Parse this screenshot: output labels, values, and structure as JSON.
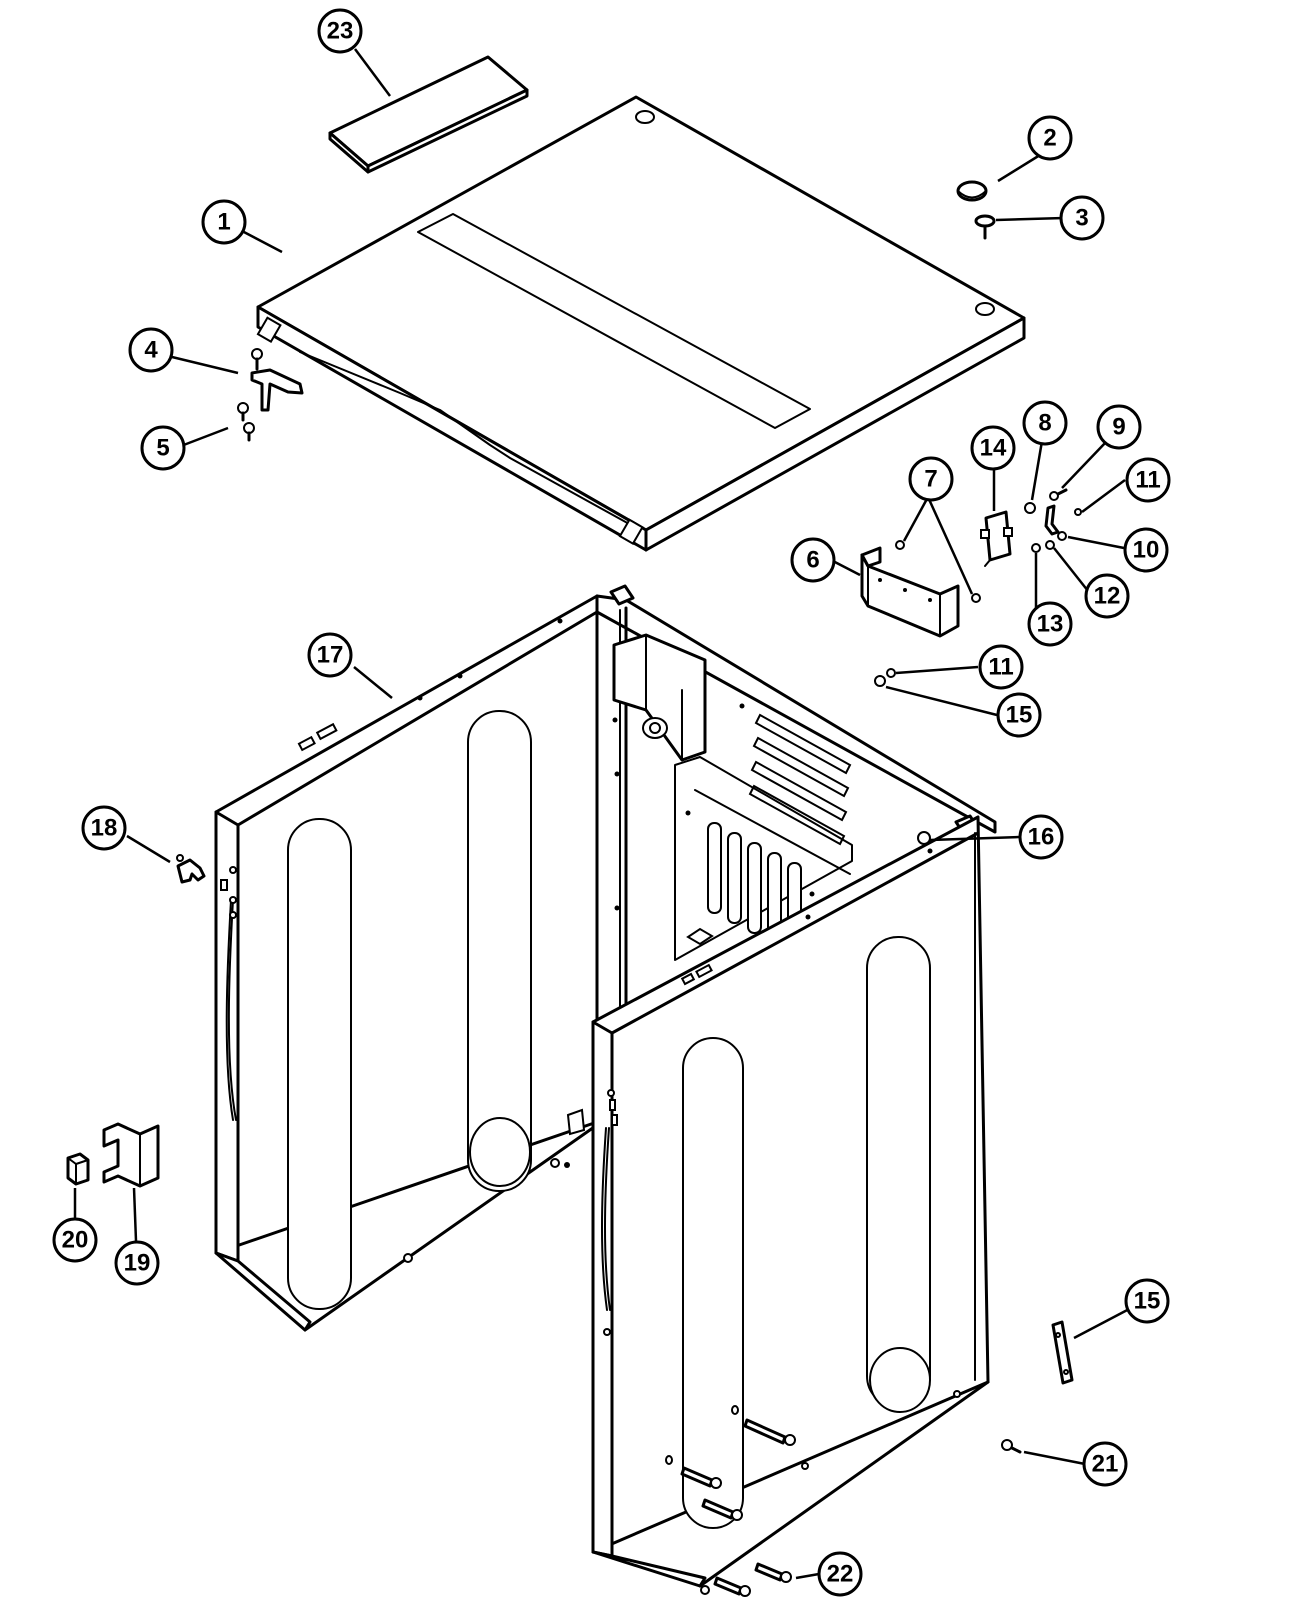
{
  "callouts": [
    {
      "id": "c23",
      "label": "23"
    },
    {
      "id": "c2",
      "label": "2"
    },
    {
      "id": "c3",
      "label": "3"
    },
    {
      "id": "c1",
      "label": "1"
    },
    {
      "id": "c4",
      "label": "4"
    },
    {
      "id": "c5",
      "label": "5"
    },
    {
      "id": "c8",
      "label": "8"
    },
    {
      "id": "c9",
      "label": "9"
    },
    {
      "id": "c14",
      "label": "14"
    },
    {
      "id": "c7",
      "label": "7"
    },
    {
      "id": "c11a",
      "label": "11"
    },
    {
      "id": "c10",
      "label": "10"
    },
    {
      "id": "c6",
      "label": "6"
    },
    {
      "id": "c12",
      "label": "12"
    },
    {
      "id": "c13",
      "label": "13"
    },
    {
      "id": "c17",
      "label": "17"
    },
    {
      "id": "c11b",
      "label": "11"
    },
    {
      "id": "c15a",
      "label": "15"
    },
    {
      "id": "c16",
      "label": "16"
    },
    {
      "id": "c18",
      "label": "18"
    },
    {
      "id": "c20",
      "label": "20"
    },
    {
      "id": "c19",
      "label": "19"
    },
    {
      "id": "c15b",
      "label": "15"
    },
    {
      "id": "c21",
      "label": "21"
    },
    {
      "id": "c22",
      "label": "22"
    }
  ]
}
